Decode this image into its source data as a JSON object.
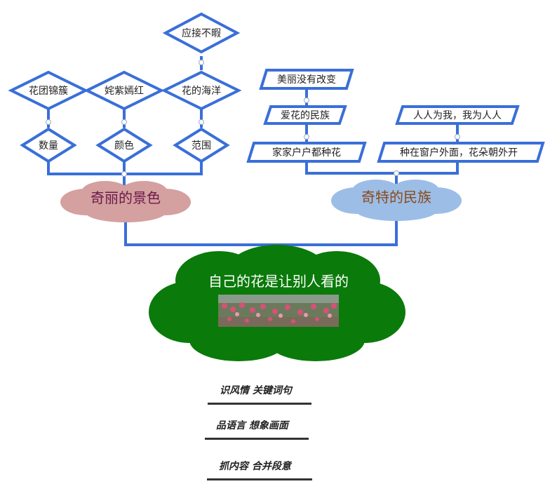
{
  "left_branch": {
    "title": "奇丽的景色",
    "top_node": "应接不暇",
    "upper_row": [
      "花团锦簇",
      "姹紫嫣红",
      "花的海洋"
    ],
    "lower_row": [
      "数量",
      "颜色",
      "范围"
    ]
  },
  "right_branch": {
    "title": "奇特的民族",
    "left_chain": [
      "美丽没有改变",
      "爱花的民族",
      "家家户户都种花"
    ],
    "right_chain": [
      "人人为我，我为人人",
      "种在窗户外面，花朵朝外开"
    ]
  },
  "center": {
    "title": "自己的花是让别人看的"
  },
  "bottom": [
    "识风情 关键词句",
    "品语言 想象画面",
    "抓内容 合并段意"
  ],
  "colors": {
    "connector": "#3a6fd8",
    "left_cloud": "#d4a0a0",
    "left_text": "#6a1a4a",
    "right_cloud": "#9cbde6",
    "right_text": "#8a4a1a",
    "center_cloud": "#0a7a0a",
    "center_text": "#ffffff"
  }
}
